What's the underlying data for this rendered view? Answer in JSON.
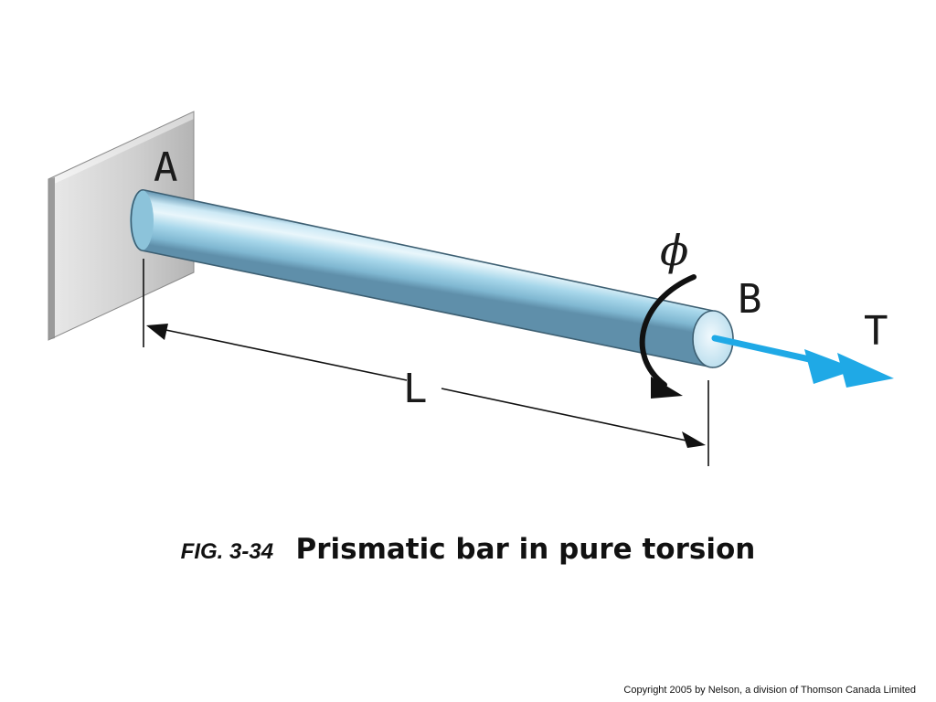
{
  "figure": {
    "labels": {
      "fixed_end": "A",
      "free_end": "B",
      "length": "L",
      "torque": "T",
      "angle_of_twist": "ϕ"
    },
    "colors": {
      "torque_arrow": "#1fa9e6",
      "bar_base": "#a9d7ea",
      "wall_face": "#cfcfcf"
    }
  },
  "caption": {
    "number": "FIG. 3-34",
    "title": "Prismatic bar in pure torsion"
  },
  "copyright": "Copyright 2005 by Nelson, a division of Thomson Canada Limited"
}
